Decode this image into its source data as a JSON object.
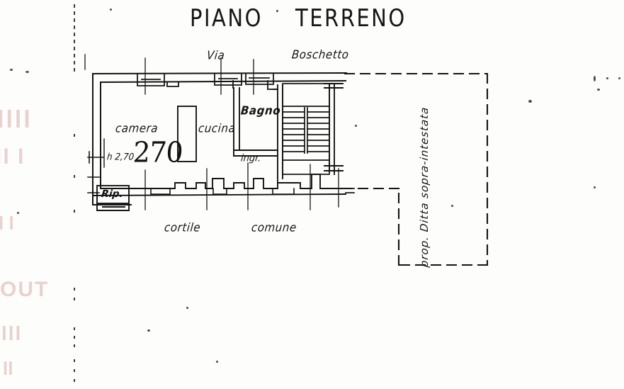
{
  "document": {
    "type": "architectural-floor-plan",
    "title": "PIANO TERRENO",
    "language": "Italian",
    "medium": "scanned hand-drawn cadastral drawing"
  },
  "title_parts": {
    "word1": "PIANO",
    "word2": "TERRENO"
  },
  "street_labels": {
    "via": "Via",
    "street_name": "Boschetto"
  },
  "rooms": [
    {
      "id": "camera",
      "label": "camera",
      "meaning": "bedroom"
    },
    {
      "id": "cucina",
      "label": "cucina",
      "meaning": "kitchen"
    },
    {
      "id": "bagno",
      "label": "Bagno",
      "meaning": "bathroom"
    },
    {
      "id": "ingresso",
      "label": "ingr.",
      "meaning": "entrance hall"
    },
    {
      "id": "ripostiglio",
      "label": "Rip.",
      "meaning": "storage closet"
    }
  ],
  "exterior_labels": {
    "courtyard": "cortile",
    "courtyard_qualifier": "comune",
    "property_note": "prop. Ditta sopra-intestata"
  },
  "annotations": {
    "ceiling_height": "h 2,70",
    "parcel_number": "270"
  },
  "colors": {
    "ink": "#141414",
    "paper": "#fdfdfc",
    "ghost_bleed": "#e8d2cf"
  }
}
